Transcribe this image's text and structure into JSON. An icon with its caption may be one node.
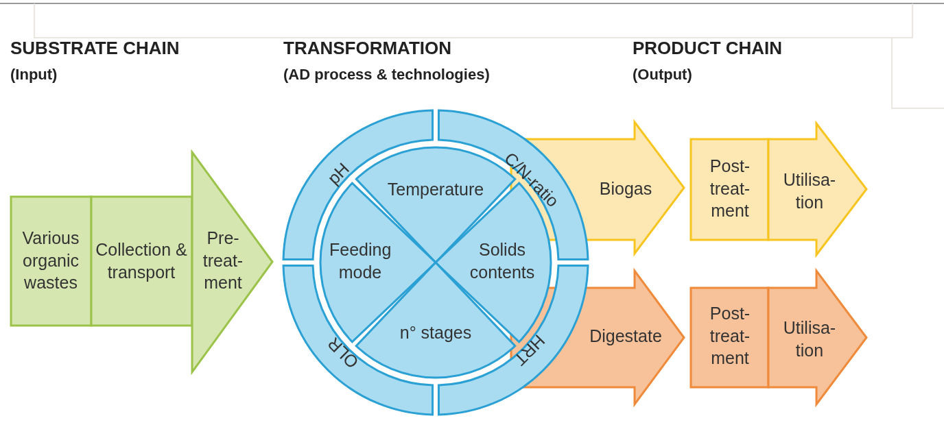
{
  "diagram": {
    "nodes": [
      {
        "text": [
          "Various organic wastes"
        ]
      },
      {
        "text": [
          "Collection & transport"
        ]
      },
      {
        "text": [
          "Pre- treat- ment"
        ]
      },
      {
        "text": [
          "pH"
        ]
      },
      {
        "text": [
          "C/N-ratio"
        ]
      },
      {
        "text": [
          "HRT"
        ]
      },
      {
        "text": [
          "OLR"
        ]
      },
      {
        "text": [
          "Temperature"
        ]
      },
      {
        "text": [
          "Feeding mode"
        ]
      },
      {
        "text": [
          "Solids contents"
        ]
      },
      {
        "text": [
          "n° stages"
        ]
      },
      {
        "text": [
          "Biogas"
        ]
      },
      {
        "text": [
          "Post- treat- ment"
        ]
      },
      {
        "text": [
          "Utilisa- tion"
        ]
      },
      {
        "text": [
          "Digestate"
        ]
      },
      {
        "text": [
          "Post- treat- ment"
        ]
      },
      {
        "text": [
          "Utilisa- tion"
        ]
      }
    ],
    "labels": [
      "SUBSTRATE CHAIN",
      "(Input)",
      "TRANSFORMATION",
      "(AD process & technologies)",
      "PRODUCT CHAIN",
      "(Output)"
    ]
  }
}
